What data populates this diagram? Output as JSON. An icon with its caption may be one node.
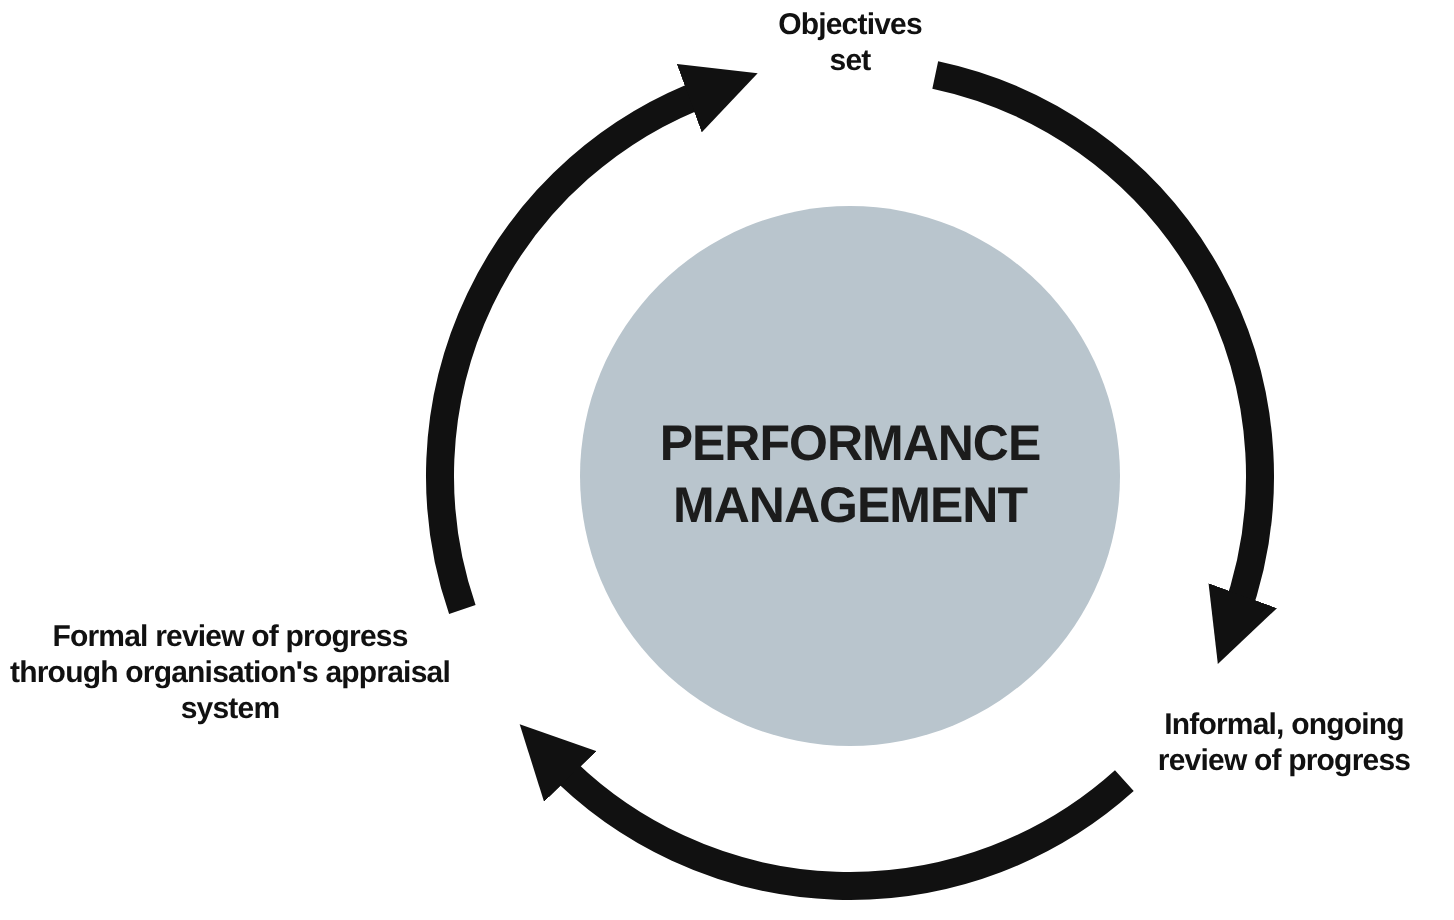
{
  "diagram": {
    "nodes": [
      {
        "text": [
          "PERFORMANCE MANAGEMENT"
        ]
      },
      {
        "text": [
          "Objectives set"
        ]
      },
      {
        "text": [
          "Informal, ongoing review of progress"
        ]
      },
      {
        "text": [
          "Formal review of progress through organisation's appraisal system"
        ]
      }
    ],
    "edges": [
      {
        "from": 1,
        "to": 2,
        "arrow": "to"
      },
      {
        "from": 2,
        "to": 3,
        "arrow": "to"
      },
      {
        "from": 3,
        "to": 1,
        "arrow": "to"
      }
    ]
  }
}
